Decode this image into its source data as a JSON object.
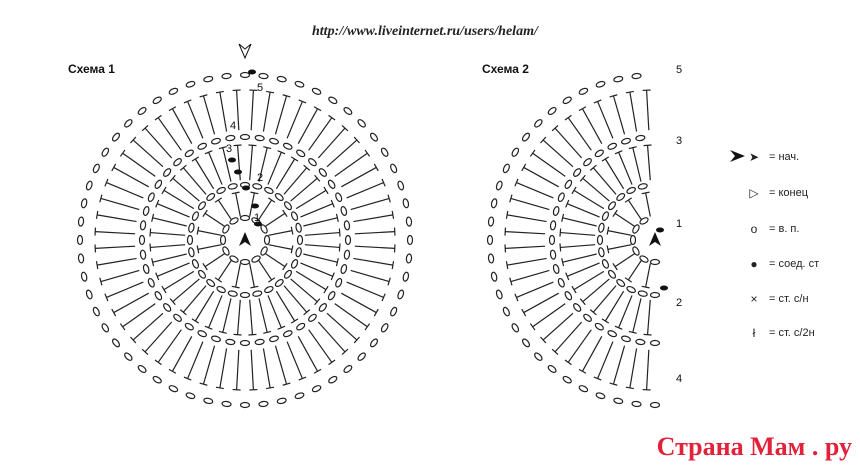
{
  "url": "http://www.liveinternet.ru/users/helam/",
  "scheme1": {
    "title": "Схема 1",
    "rounds": [
      "1",
      "2",
      "3",
      "4",
      "5"
    ]
  },
  "scheme2": {
    "title": "Схема 2",
    "rounds": [
      "5",
      "3",
      "1",
      "2",
      "4"
    ]
  },
  "legend": [
    {
      "icon": "start-arrow-icon",
      "symbol": "➤",
      "label": "= нач."
    },
    {
      "icon": "end-arrow-icon",
      "symbol": "▷",
      "label": "= конец"
    },
    {
      "icon": "chain-stitch-icon",
      "symbol": "o",
      "label": "= в. п."
    },
    {
      "icon": "slip-stitch-icon",
      "symbol": "●",
      "label": "= соед. ст"
    },
    {
      "icon": "single-crochet-icon",
      "symbol": "×",
      "label": "= ст. с/н"
    },
    {
      "icon": "double-treble-icon",
      "symbol": "ł",
      "label": "= ст. с/2н"
    }
  ],
  "watermark": "Страна Мам . ру"
}
